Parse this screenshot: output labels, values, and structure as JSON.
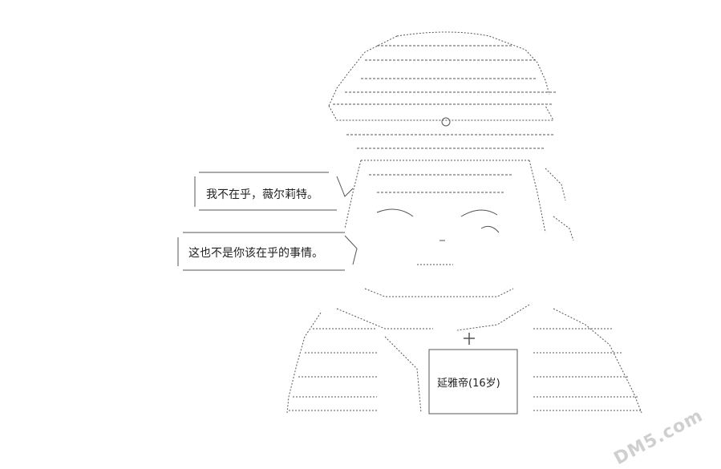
{
  "speech": {
    "line1": "我不在乎，薇尔莉特。",
    "line2": "这也不是你该在乎的事情。"
  },
  "caption": {
    "name_label": "延雅帝(16岁)"
  },
  "watermark": {
    "text": "DM5.com"
  },
  "colors": {
    "ink": "#444444",
    "background": "#ffffff",
    "watermark": "#cfcfcf"
  }
}
